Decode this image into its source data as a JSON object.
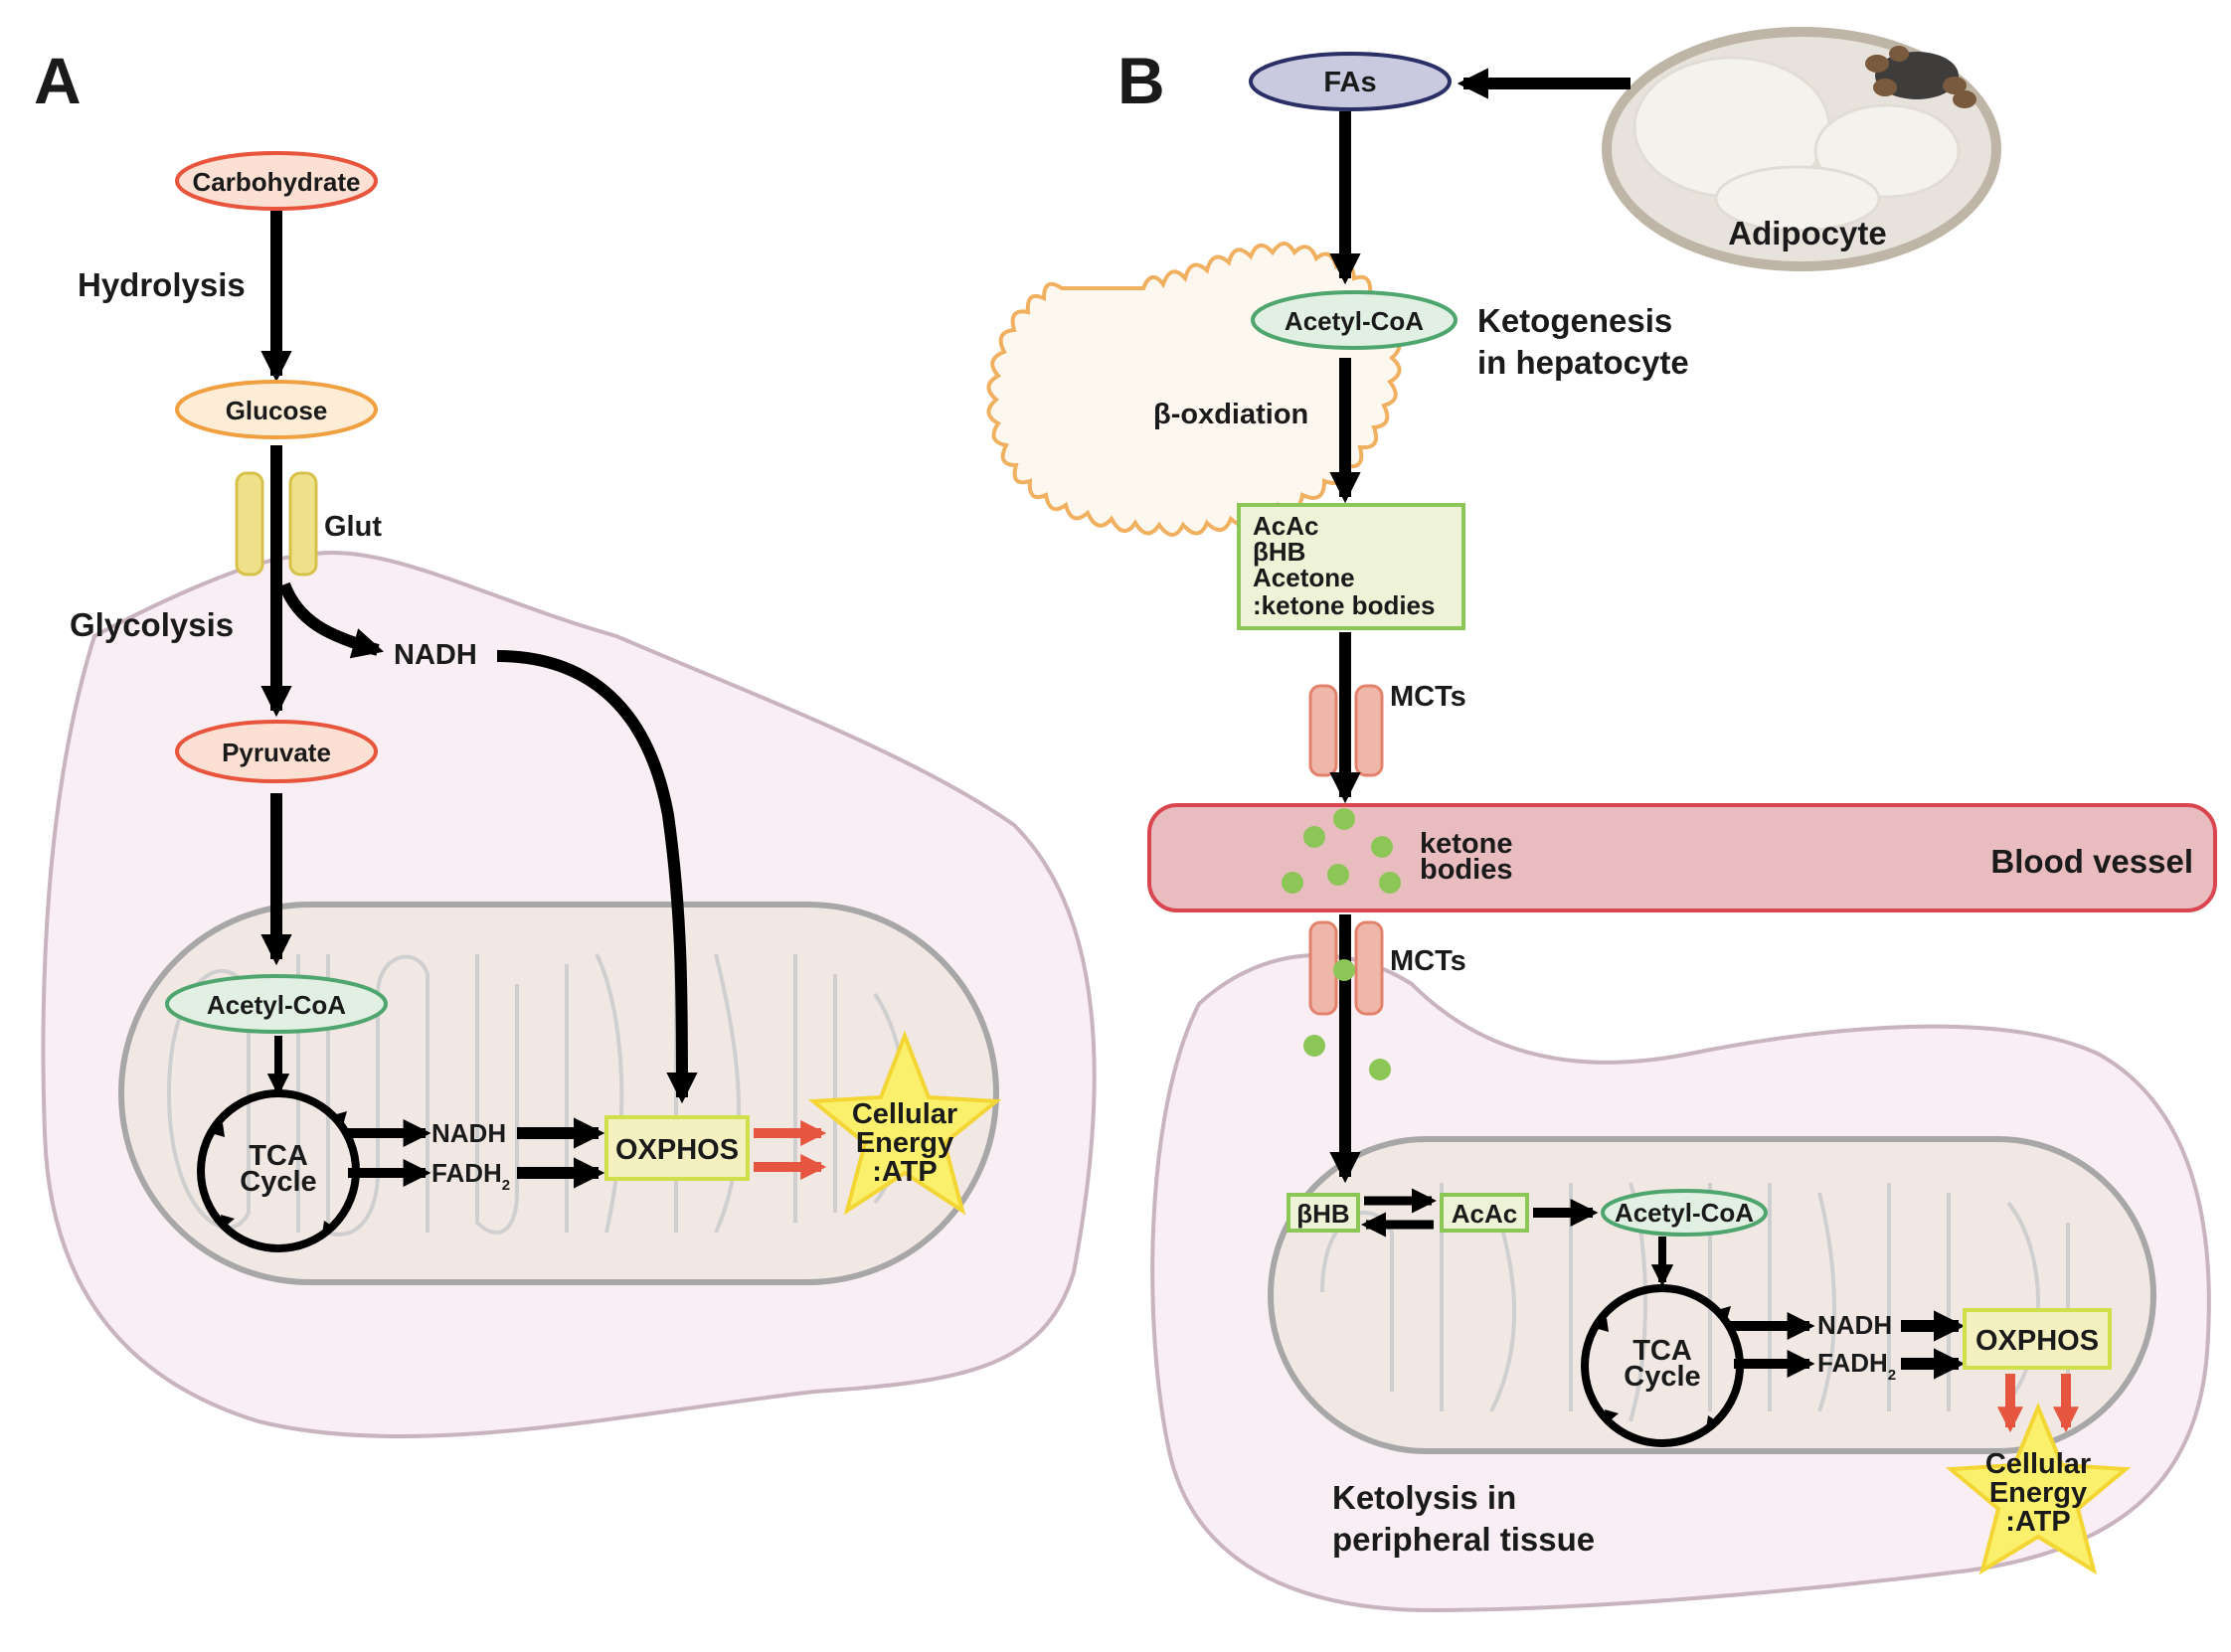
{
  "panel_a": {
    "label": "A",
    "carbohydrate": "Carbohydrate",
    "hydrolysis": "Hydrolysis",
    "glucose": "Glucose",
    "glut": "Glut",
    "glycolysis": "Glycolysis",
    "nadh_cytosol": "NADH",
    "pyruvate": "Pyruvate",
    "acetyl_coa": "Acetyl-CoA",
    "tca_line1": "TCA",
    "tca_line2": "Cycle",
    "nadh": "NADH",
    "fadh_main": "FADH",
    "fadh_sub": "2",
    "oxphos": "OXPHOS",
    "energy_line1": "Cellular",
    "energy_line2": "Energy",
    "energy_line3": ":ATP"
  },
  "panel_b": {
    "label": "B",
    "fas": "FAs",
    "adipocyte": "Adipocyte",
    "acetyl_coa_liver": "Acetyl-CoA",
    "ketogenesis_line1": "Ketogenesis",
    "ketogenesis_line2": "in hepatocyte",
    "beta_oxidation": "β-oxdiation",
    "box_line1": "AcAc",
    "box_line2": "βHB",
    "box_line3": "Acetone",
    "box_line4": ":ketone bodies",
    "mcts_top": "MCTs",
    "ketone_line1": "ketone",
    "ketone_line2": "bodies",
    "blood_vessel": "Blood vessel",
    "mcts_bottom": "MCTs",
    "bhb": "βHB",
    "acac": "AcAc",
    "acetyl_coa_tissue": "Acetyl-CoA",
    "tca_line1": "TCA",
    "tca_line2": "Cycle",
    "nadh": "NADH",
    "fadh_main": "FADH",
    "fadh_sub": "2",
    "oxphos": "OXPHOS",
    "energy_line1": "Cellular",
    "energy_line2": "Energy",
    "energy_line3": ":ATP",
    "ketolysis_line1": "Ketolysis in",
    "ketolysis_line2": "peripheral tissue"
  },
  "colors": {
    "cell_fill": "#f9eef3",
    "cell_stroke": "#c8b3bf",
    "mito_fill": "#f1e7e3",
    "mito_stroke": "#a7a7a7",
    "hepatocyte_fill": "#fdf8ef",
    "hepatocyte_stroke": "#f0b060",
    "vessel_fill": "#e9bcc0",
    "vessel_stroke": "#d9444f",
    "ketone_dot": "#8cc656",
    "green_node_stroke": "#4fa56e",
    "green_box_stroke": "#8cc656",
    "red_node_stroke": "#e8553c",
    "orange_node_stroke": "#f0a040",
    "fas_fill": "#c9cadf",
    "fas_stroke": "#2a2f66",
    "star_fill": "#fbf06c",
    "arrow_black": "#000000",
    "arrow_red": "#e5553f"
  }
}
